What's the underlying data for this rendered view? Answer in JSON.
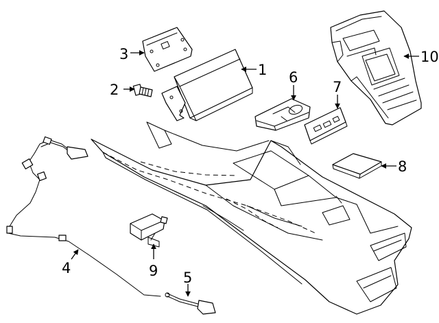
{
  "callouts": {
    "c1": "1",
    "c2": "2",
    "c3": "3",
    "c4": "4",
    "c5": "5",
    "c6": "6",
    "c7": "7",
    "c8": "8",
    "c9": "9",
    "c10": "10"
  },
  "colors": {
    "line": "#000000",
    "background": "#ffffff"
  }
}
